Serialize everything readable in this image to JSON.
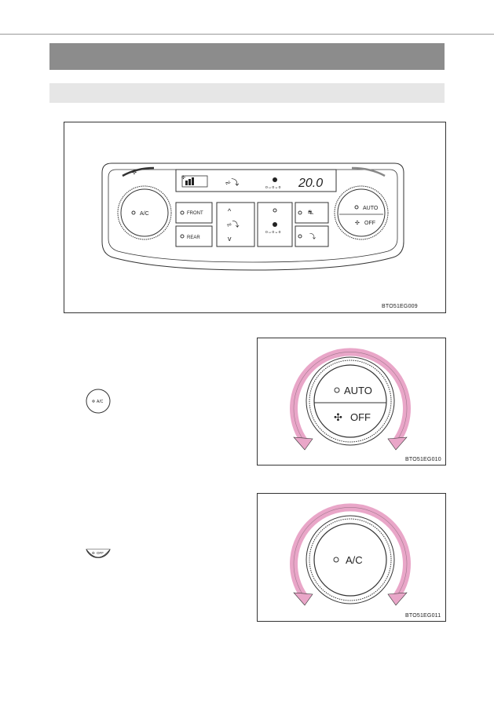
{
  "header_bars": [
    "",
    ""
  ],
  "figures": {
    "panel": {
      "code": "BTO51EG009",
      "display_temp": "20.0",
      "ac_label": "A/C",
      "auto_label": "AUTO",
      "off_label": "OFF",
      "front_label": "FRONT",
      "rear_label": "REAR"
    },
    "auto_dial": {
      "code": "BTO51EG010",
      "auto_label": "AUTO",
      "off_label": "OFF"
    },
    "ac_dial": {
      "code": "BTO51EG011",
      "ac_label": "A/C"
    }
  },
  "inline_icons": {
    "ac_button_label": "A/C",
    "off_button_label": "OFF"
  },
  "colors": {
    "header_dark": "#8c8c8c",
    "header_light": "#e6e6e6",
    "arrow_pink": "#e9a6c8",
    "outline": "#333333"
  }
}
